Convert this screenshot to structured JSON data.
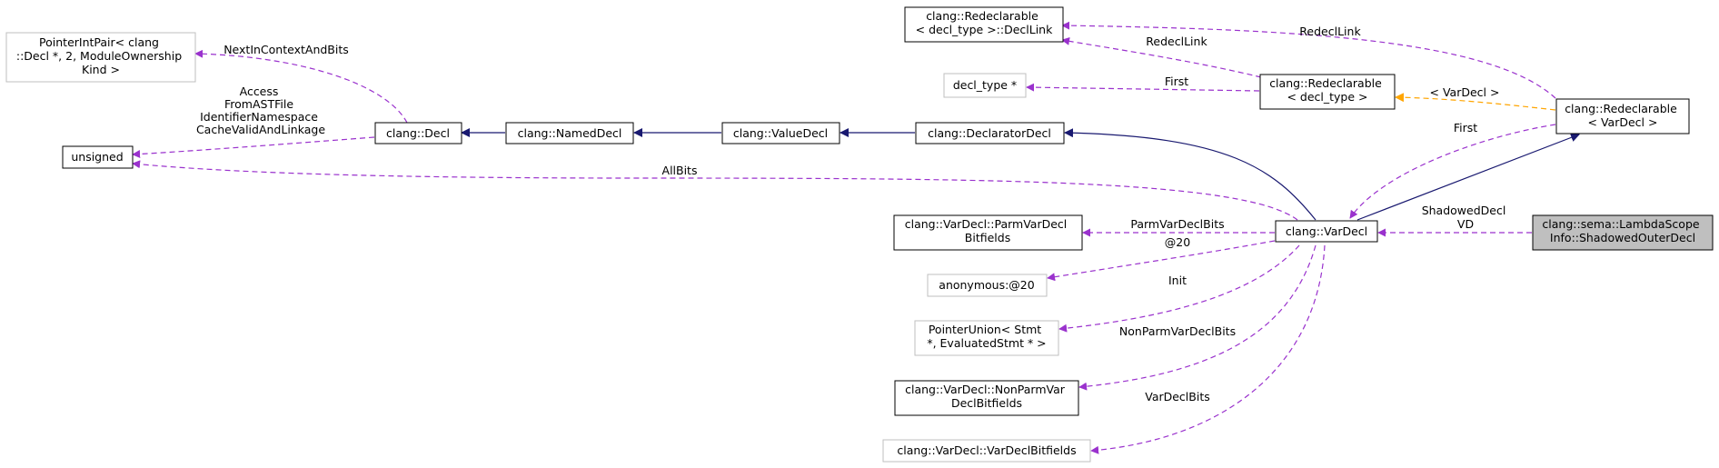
{
  "nodes": {
    "redeclarable_decllink": [
      "clang::Redeclarable",
      "< decl_type >::DeclLink"
    ],
    "pointerintpair": [
      "PointerIntPair< clang",
      "::Decl *, 2, ModuleOwnership",
      "Kind >"
    ],
    "decl_type_ptr": [
      "decl_type *"
    ],
    "redeclarable_decl_type": [
      "clang::Redeclarable",
      "< decl_type >"
    ],
    "redeclarable_vardecl": [
      "clang::Redeclarable",
      "< VarDecl >"
    ],
    "unsigned": [
      "unsigned"
    ],
    "clang_decl": [
      "clang::Decl"
    ],
    "named_decl": [
      "clang::NamedDecl"
    ],
    "value_decl": [
      "clang::ValueDecl"
    ],
    "declarator_decl": [
      "clang::DeclaratorDecl"
    ],
    "parm_var_decl_bitfields": [
      "clang::VarDecl::ParmVarDecl",
      "Bitfields"
    ],
    "var_decl": [
      "clang::VarDecl"
    ],
    "shadowed_outer_decl": [
      "clang::sema::LambdaScope",
      "Info::ShadowedOuterDecl"
    ],
    "anonymous20": [
      "anonymous:@20"
    ],
    "pointer_union": [
      "PointerUnion< Stmt",
      " *, EvaluatedStmt * >"
    ],
    "non_parm_var_decl_bitfields": [
      "clang::VarDecl::NonParmVar",
      "DeclBitfields"
    ],
    "var_decl_bitfields": [
      "clang::VarDecl::VarDeclBitfields"
    ]
  },
  "edge_labels": {
    "redecl_link_1": [
      "RedeclLink"
    ],
    "redecl_link_2": [
      "RedeclLink"
    ],
    "next_in_context": [
      "NextInContextAndBits"
    ],
    "first_decl_type": [
      "First"
    ],
    "vardecl_template": [
      "< VarDecl >"
    ],
    "first_vardecl": [
      "First"
    ],
    "decl_bits": [
      "Access",
      "FromASTFile",
      "IdentifierNamespace",
      "CacheValidAndLinkage"
    ],
    "all_bits": [
      "AllBits"
    ],
    "shadowed_decl": [
      "ShadowedDecl",
      "VD"
    ],
    "parm_var_decl_bits": [
      "ParmVarDeclBits"
    ],
    "anon20": [
      "@20"
    ],
    "init": [
      "Init"
    ],
    "non_parm_var_decl_bits": [
      "NonParmVarDeclBits"
    ],
    "var_decl_bits": [
      "VarDeclBits"
    ]
  },
  "colors": {
    "inheritance_edge": "#191970",
    "member_edge": "#9a32cd",
    "template_edge": "#ffa500",
    "focus_node_fill": "#bfbfbf",
    "undocumented_node_border": "#bfbfbf"
  }
}
